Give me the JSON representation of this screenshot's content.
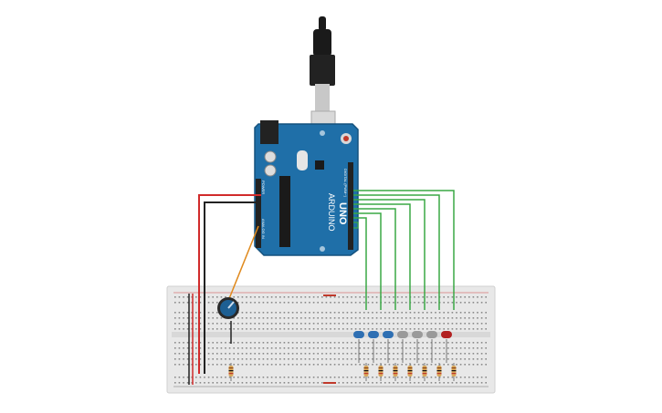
{
  "arduino": {
    "brand": "ARDUINO",
    "model": "UNO",
    "digital_pins_label": "DIGITAL (PWM~)",
    "analog_pins_label": "ANALOG IN",
    "power_label": "POWER",
    "board_color": "#1f6fa8"
  },
  "breadboard": {
    "color": "#e8e8e8",
    "rail_plus_color": "#d12b2b",
    "rail_minus_color": "#1f1f1f"
  },
  "wires": {
    "signal_color": "#3aa845",
    "power_color": "#d12b2b",
    "ground_color": "#222222",
    "analog_color": "#e08a1e"
  },
  "leds": [
    {
      "color": "#2e6fb3",
      "name": "blue"
    },
    {
      "color": "#2e6fb3",
      "name": "blue"
    },
    {
      "color": "#2e6fb3",
      "name": "blue"
    },
    {
      "color": "#9a9a9a",
      "name": "white"
    },
    {
      "color": "#9a9a9a",
      "name": "white"
    },
    {
      "color": "#9a9a9a",
      "name": "white"
    },
    {
      "color": "#b22020",
      "name": "red"
    }
  ],
  "resistor_count": 8,
  "potentiometer": {
    "knob_color": "#1d5f93"
  },
  "usb_cable_color": "#1a1a1a"
}
